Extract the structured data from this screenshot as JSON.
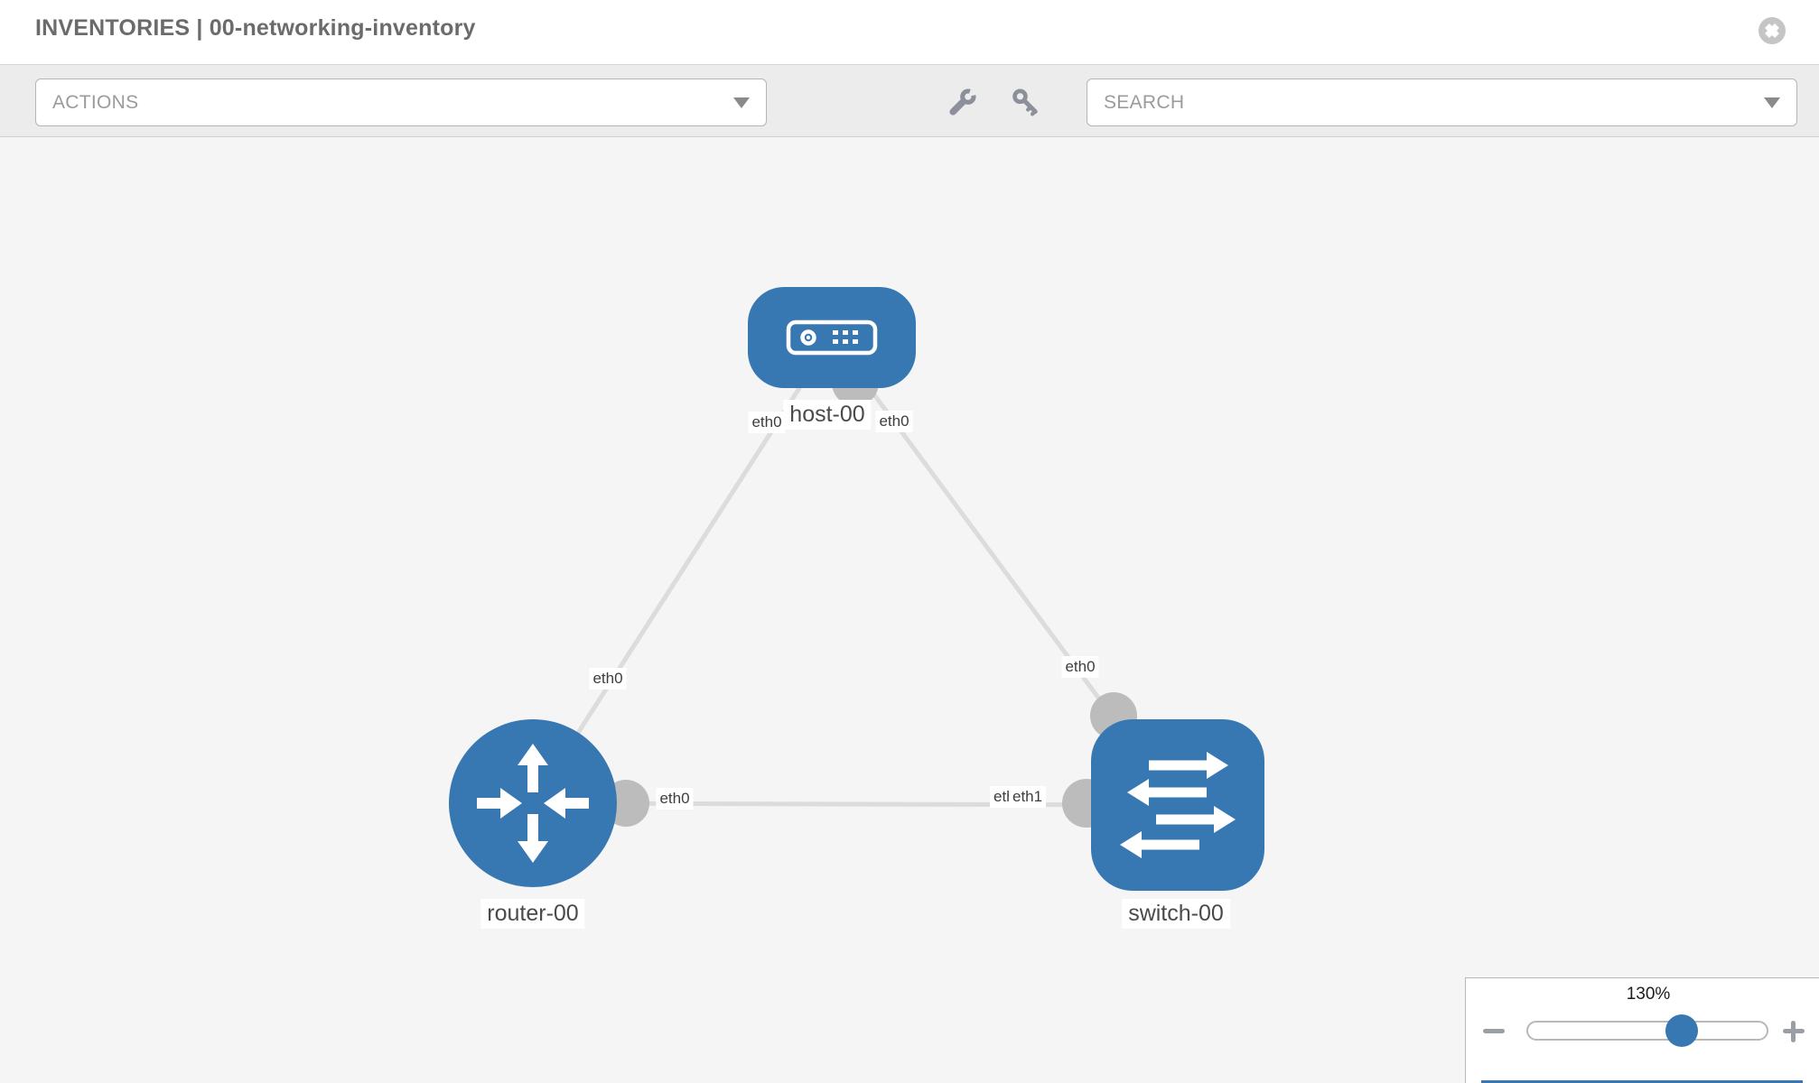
{
  "header": {
    "title": "INVENTORIES | 00-networking-inventory",
    "close_icon": "circle-x"
  },
  "toolbar": {
    "actions_label": "ACTIONS",
    "search_placeholder": "SEARCH",
    "icons": [
      "wrench-icon",
      "key-icon"
    ]
  },
  "topology": {
    "nodes": [
      {
        "name": "host-00",
        "type": "host"
      },
      {
        "name": "router-00",
        "type": "router"
      },
      {
        "name": "switch-00",
        "type": "switch"
      }
    ],
    "links": [
      {
        "source": "host-00",
        "source_interface": "eth0",
        "target": "router-00",
        "target_interface": "eth0"
      },
      {
        "source": "host-00",
        "source_interface": "eth0",
        "target": "switch-00",
        "target_interface": "eth0"
      },
      {
        "source": "router-00",
        "source_interface": "eth0",
        "target": "switch-00",
        "target_interface": "eth1"
      }
    ],
    "interface_labels": {
      "host_left": "eth0",
      "host_right": "eth0",
      "host_router_mid": "eth0",
      "host_switch_mid": "eth0",
      "router_side": "eth0",
      "switch_side_back": "eth0",
      "switch_side_front": "eth1"
    }
  },
  "zoom_control": {
    "percent": "130%"
  },
  "colors": {
    "node_blue": "#3878b2",
    "link_gray": "#dcdcdc",
    "interface_gray": "#bcbcbc",
    "toolbar_bg": "#ececec",
    "canvas_bg": "#f5f5f5"
  }
}
